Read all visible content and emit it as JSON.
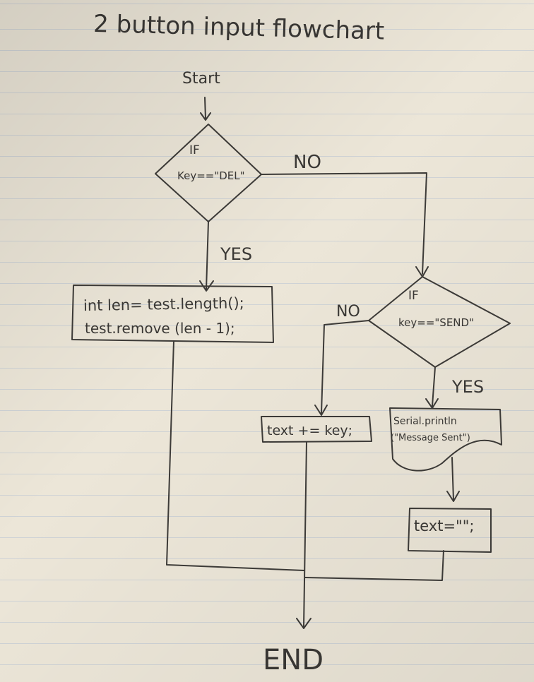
{
  "title": "2 button input flowchart",
  "start_label": "Start",
  "end_label": "END",
  "decision_del": {
    "line1": "IF",
    "line2": "Key==\"DEL\""
  },
  "decision_send": {
    "line1": "IF",
    "line2": "key==\"SEND\""
  },
  "del_no_label": "NO",
  "del_yes_label": "YES",
  "send_no_label": "NO",
  "send_yes_label": "YES",
  "delete_process": {
    "line1": "int len= test.length();",
    "line2": "test.remove (len - 1);"
  },
  "append_process": {
    "text": "text += key;"
  },
  "serial_output": {
    "line1": "Serial.println",
    "line2": "(\"Message Sent\")"
  },
  "clear_process": {
    "text": "text=\"\";"
  }
}
